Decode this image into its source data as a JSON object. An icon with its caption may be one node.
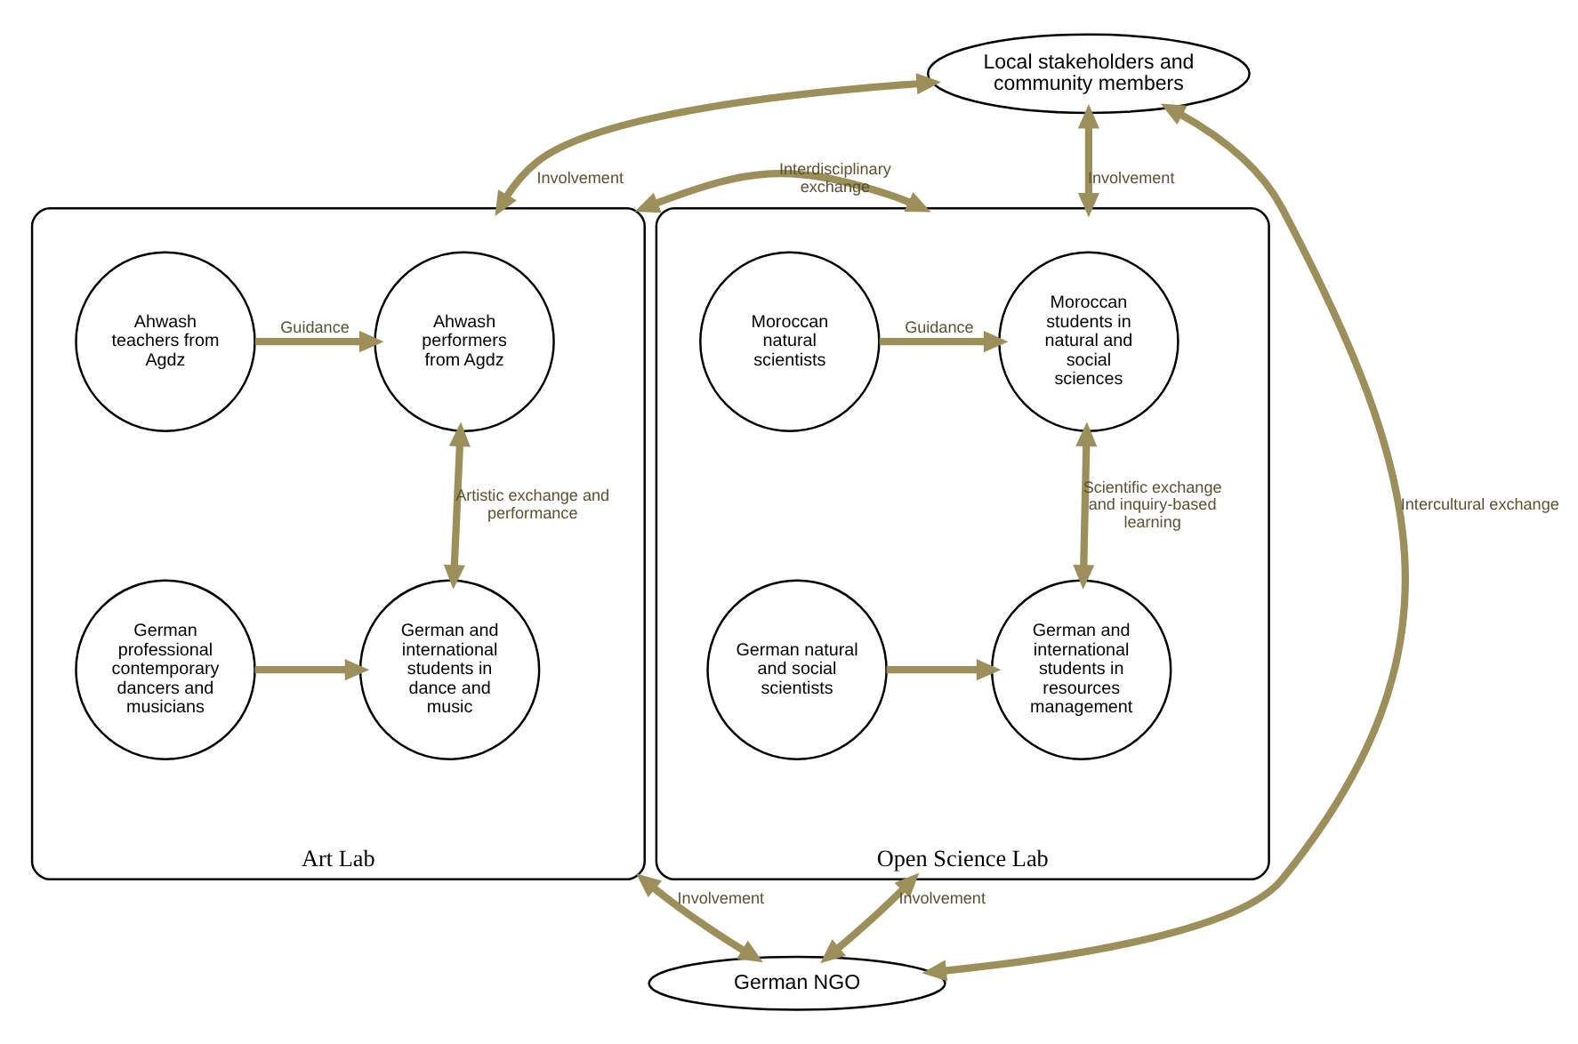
{
  "diagram": {
    "nodes": [
      {
        "text": [
          "Local stakeholders and community members"
        ]
      },
      {
        "text": [
          "Art Lab"
        ]
      },
      {
        "text": [
          "Ahwash teachers from Agdz"
        ],
        "in": 1
      },
      {
        "text": [
          "Ahwash performers from Agdz"
        ],
        "in": 1
      },
      {
        "text": [
          "German professional contemporary dancers and musicians"
        ],
        "in": 1
      },
      {
        "text": [
          "German and international students in dance and music"
        ],
        "in": 1
      },
      {
        "text": [
          "Open Science Lab"
        ]
      },
      {
        "text": [
          "Moroccan students in natural and social sciences"
        ],
        "in": 6
      },
      {
        "text": [
          "Moroccan natural scientists"
        ],
        "in": 6
      },
      {
        "text": [
          "German and international students in resources management"
        ],
        "in": 6
      },
      {
        "text": [
          "German natural and social scientists"
        ],
        "in": 6
      },
      {
        "text": [
          "German NGO"
        ]
      }
    ],
    "edges": [
      {
        "from": 0,
        "to": 1,
        "arrow": "both",
        "label": "Involvement"
      },
      {
        "from": 0,
        "to": 6,
        "arrow": "both",
        "label": "Involvement"
      },
      {
        "from": 3,
        "to": 5,
        "arrow": "both",
        "label": "Artistic exchange and performance"
      },
      {
        "from": 0,
        "to": 11,
        "arrow": "both",
        "label": "Intercultural exchange"
      },
      {
        "from": 2,
        "to": 3,
        "arrow": "to",
        "label": "Guidance"
      },
      {
        "from": 4,
        "to": 5,
        "arrow": "to"
      },
      {
        "from": 1,
        "to": 6,
        "arrow": "both",
        "label": "Interdisciplinary exchange"
      },
      {
        "from": 7,
        "to": 9,
        "arrow": "both",
        "label": "Scientific exchange and inquiry-based learning"
      },
      {
        "from": 8,
        "to": 7,
        "arrow": "to",
        "label": "Guidance"
      },
      {
        "from": 10,
        "to": 9,
        "arrow": "to"
      },
      {
        "from": 11,
        "to": 1,
        "arrow": "both",
        "label": "Involvement"
      },
      {
        "from": 11,
        "to": 6,
        "arrow": "both",
        "label": "Involvement"
      }
    ]
  }
}
